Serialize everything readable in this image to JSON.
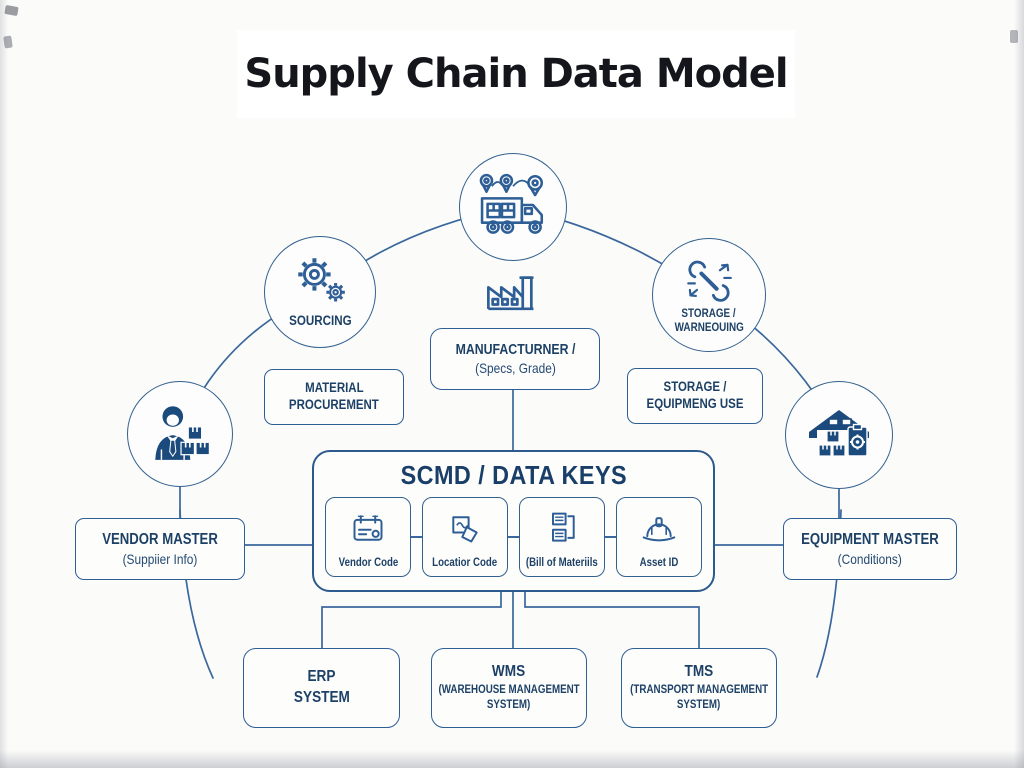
{
  "title": "Supply Chain Data Model",
  "colors": {
    "line_blue": "#3a679c",
    "border_blue": "#2e5e96",
    "text_navy": "#1d4166",
    "icon_navy": "#1b4a7d",
    "background": "#fbfbfa"
  },
  "circles": {
    "logistics": {
      "icon": "delivery-truck-pins-icon"
    },
    "sourcing": {
      "label": "SOURCING",
      "icon": "gears-icon"
    },
    "storage_warehousing": {
      "line1": "STORAGE /",
      "line2": "WARNEOUING",
      "icon": "wrench-arrows-icon"
    },
    "vendor": {
      "icon": "vendor-person-boxes-icon"
    },
    "equipment": {
      "icon": "warehouse-clipboard-icon"
    }
  },
  "boxes": {
    "manufacturer": {
      "line1": "MANUFACTURNER /",
      "line2": "(Specs, Grade)",
      "icon": "factory-icon"
    },
    "material_procurement": {
      "line1": "MATERIAL",
      "line2": "PROCUREMENT"
    },
    "storage_equipment_use": {
      "line1": "STORAGE /",
      "line2": "EQUIPMENG USE"
    },
    "vendor_master": {
      "line1": "VENDOR MASTER",
      "line2": "(Suppiier Info)"
    },
    "equipment_master": {
      "line1": "EQUIPMENT MASTER",
      "line2": "(Conditions)"
    }
  },
  "scmd": {
    "title": "SCMD / DATA KEYS",
    "keys": [
      {
        "label": "Vendor Code",
        "icon": "calendar-card-icon"
      },
      {
        "label": "Locatior Code",
        "icon": "location-map-doc-icon"
      },
      {
        "label": "(Bill of Materiils",
        "icon": "documents-bracket-icon"
      },
      {
        "label": "Asset ID",
        "icon": "hard-hat-icon"
      }
    ]
  },
  "systems": {
    "erp": {
      "line1": "ERP",
      "line2": "SYSTEM"
    },
    "wms": {
      "line1": "WMS",
      "line2": "(WAREHOUSE MANAGEMENT",
      "line3": "SYSTEM)"
    },
    "tms": {
      "line1": "TMS",
      "line2": "(TRANSPORT MANAGEMENT",
      "line3": "SYSTEM)"
    }
  }
}
